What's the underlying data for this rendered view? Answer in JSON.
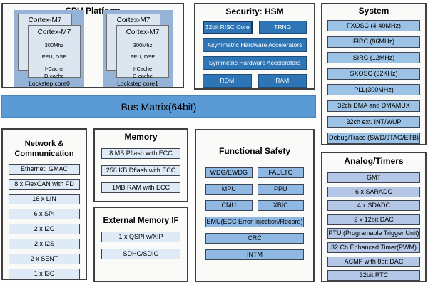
{
  "colors": {
    "bus": "#5B9BD5",
    "hsm_button": "#2E75B6",
    "system_item": "#9CC2E5",
    "light_item": "#DEEAF6",
    "safety_item": "#8FB8E2",
    "analog_item": "#B4C7E7",
    "core_container": "#95B3D7",
    "core_box": "#DCE6F1"
  },
  "cpu_platform": {
    "title": "CPU Platform",
    "cores": [
      {
        "shadow_title": "Cortex-M7",
        "title": "Cortex-M7",
        "clock": "300Mhz",
        "fpu": "FPU, DSP",
        "cache1": "I-Cache",
        "cache2": "D-cache",
        "caption": "Lockstep core0"
      },
      {
        "shadow_title": "Cortex-M7",
        "title": "Cortex-M7",
        "clock": "300Mhz",
        "fpu": "FPU, DSP",
        "cache1": "I-Cache",
        "cache2": "D-cache",
        "caption": "Lockstep core1"
      }
    ]
  },
  "security": {
    "title": "Security: HSM",
    "row1": [
      "32bit RISC Core",
      "TRNG"
    ],
    "asym": "Asymmetric Hardware Accelerators",
    "sym": "Symmetric Hardware Accelerators",
    "row4": [
      "ROM",
      "RAM"
    ]
  },
  "system": {
    "title": "System",
    "items": [
      "FXOSC (4-40MHz)",
      "FIRC (96MHz)",
      "SIRC (12MHz)",
      "SXOSC (32KHz)",
      "PLL(300MHz)",
      "32ch DMA and DMAMUX",
      "32ch ext. INT/WUP",
      "Debug/Trace (SWD/JTAG/ETB)"
    ]
  },
  "bus": {
    "label": "Bus Matrix(64bit)"
  },
  "network": {
    "title_line1": "Network &",
    "title_line2": "Communication",
    "items": [
      "Ethernet, GMAC",
      "8 x FlexCAN with FD",
      "16 x LIN",
      "6 x SPI",
      "2 x I2C",
      "2 x I2S",
      "2 x SENT",
      "1 x I3C"
    ]
  },
  "memory": {
    "title": "Memory",
    "items": [
      "8 MB Pflash with ECC",
      "256 KB Dflash with ECC",
      "1MB RAM with ECC"
    ]
  },
  "external_memory": {
    "title": "External Memory IF",
    "items": [
      "1 x QSPI w/XIP",
      "SDHC/SDIO"
    ]
  },
  "functional_safety": {
    "title": "Functional Safety",
    "pairs": [
      [
        "WDG/EWDG",
        "FAULTC"
      ],
      [
        "MPU",
        "PPU"
      ],
      [
        "CMU",
        "XBIC"
      ]
    ],
    "full": [
      "EMU(ECC Error Injection/Record)",
      "CRC",
      "INTM"
    ]
  },
  "analog_timers": {
    "title": "Analog/Timers",
    "items": [
      "GMT",
      "6 x SARADC",
      "4 x SDADC",
      "2 x 12bit DAC",
      "PTU (Programable Trigger Unit)",
      "32 Ch Enhanced Timer(PWM)",
      "ACMP with 8bit DAC",
      "32bit RTC"
    ]
  }
}
